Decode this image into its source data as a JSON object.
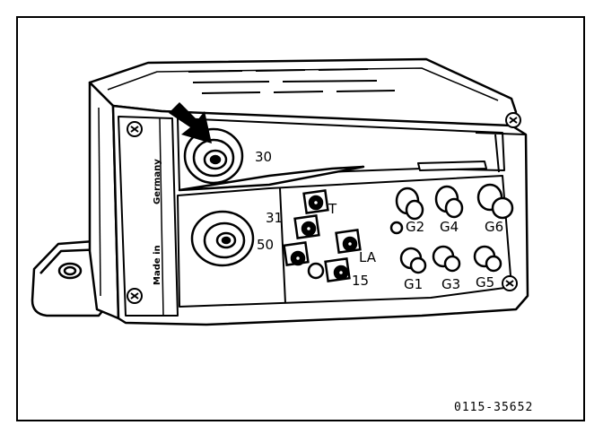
{
  "diagram": {
    "side_text_top": "Germany",
    "side_text_bottom": "Made in",
    "terminal_30": "30",
    "terminal_31": "31",
    "terminal_50": "50",
    "terminal_T": "T",
    "terminal_LA": "LA",
    "terminal_15": "15",
    "terminal_G1": "G1",
    "terminal_G2": "G2",
    "terminal_G3": "G3",
    "terminal_G4": "G4",
    "terminal_G5": "G5",
    "terminal_G6": "G6",
    "figure_number": "0115-35652"
  }
}
